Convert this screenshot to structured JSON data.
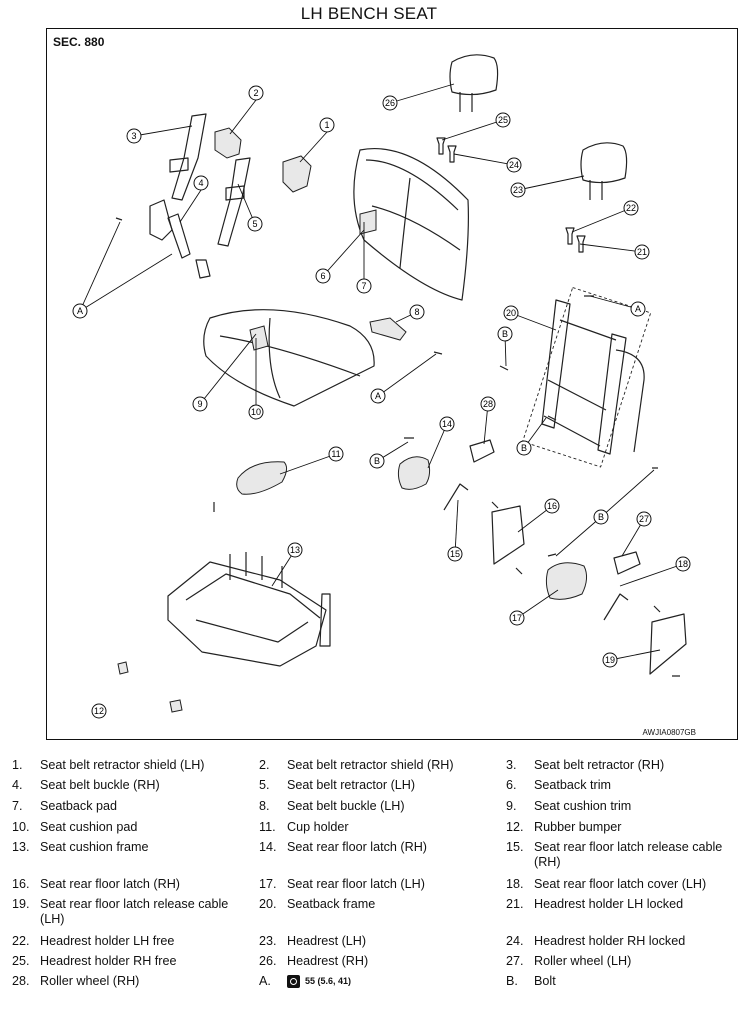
{
  "title": "LH BENCH SEAT",
  "section": "SEC. 880",
  "figure_code": "AWJIA0807GB",
  "icons": {
    "torque": "torque-wrench-icon"
  },
  "callouts": [
    "1",
    "2",
    "3",
    "4",
    "5",
    "6",
    "7",
    "8",
    "9",
    "10",
    "11",
    "12",
    "13",
    "14",
    "15",
    "16",
    "17",
    "18",
    "19",
    "20",
    "21",
    "22",
    "23",
    "24",
    "25",
    "26",
    "27",
    "28",
    "A",
    "B"
  ],
  "legend": [
    {
      "num": "1.",
      "text": "Seat belt retractor shield (LH)"
    },
    {
      "num": "2.",
      "text": "Seat belt retractor shield (RH)"
    },
    {
      "num": "3.",
      "text": "Seat belt retractor (RH)"
    },
    {
      "num": "4.",
      "text": "Seat belt buckle (RH)"
    },
    {
      "num": "5.",
      "text": "Seat belt retractor (LH)"
    },
    {
      "num": "6.",
      "text": "Seatback trim"
    },
    {
      "num": "7.",
      "text": "Seatback pad"
    },
    {
      "num": "8.",
      "text": "Seat belt buckle (LH)"
    },
    {
      "num": "9.",
      "text": "Seat cushion trim"
    },
    {
      "num": "10.",
      "text": "Seat cushion pad"
    },
    {
      "num": "11.",
      "text": "Cup holder"
    },
    {
      "num": "12.",
      "text": "Rubber bumper"
    },
    {
      "num": "13.",
      "text": "Seat cushion frame"
    },
    {
      "num": "14.",
      "text": "Seat rear floor latch (RH)"
    },
    {
      "num": "15.",
      "text": "Seat rear floor latch release cable (RH)"
    },
    {
      "num": "16.",
      "text": "Seat rear floor latch (RH)"
    },
    {
      "num": "17.",
      "text": "Seat rear floor latch (LH)"
    },
    {
      "num": "18.",
      "text": "Seat rear floor latch cover (LH)"
    },
    {
      "num": "19.",
      "text": "Seat rear floor latch release cable (LH)"
    },
    {
      "num": "20.",
      "text": "Seatback frame"
    },
    {
      "num": "21.",
      "text": "Headrest holder LH locked"
    },
    {
      "num": "22.",
      "text": "Headrest holder LH free"
    },
    {
      "num": "23.",
      "text": "Headrest (LH)"
    },
    {
      "num": "24.",
      "text": "Headrest holder RH locked"
    },
    {
      "num": "25.",
      "text": "Headrest holder RH free"
    },
    {
      "num": "26.",
      "text": "Headrest (RH)"
    },
    {
      "num": "27.",
      "text": "Roller wheel (LH)"
    },
    {
      "num": "28.",
      "text": "Roller wheel (RH)"
    },
    {
      "num": "A.",
      "text": "55 (5.6, 41)"
    },
    {
      "num": "B.",
      "text": "Bolt"
    }
  ]
}
